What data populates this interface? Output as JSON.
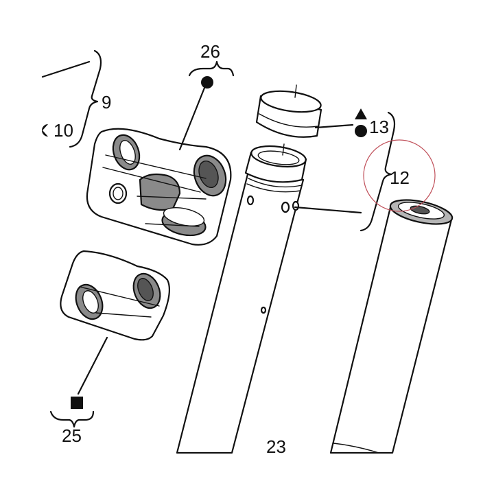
{
  "labels": {
    "l9": "9",
    "l10": "10",
    "l12": "12",
    "l13": "13",
    "l23": "23",
    "l25": "25",
    "l26": "26"
  },
  "colors": {
    "line": "#111111",
    "seal_dark": "#555555",
    "seal_grey": "#8a8a8a",
    "highlight_circle": "#c0505a"
  },
  "icons": {
    "circle_marker": "filled-circle-icon",
    "triangle_marker": "filled-triangle-icon",
    "square_marker": "filled-square-icon",
    "half_circle_marker": "half-circle-icon"
  }
}
